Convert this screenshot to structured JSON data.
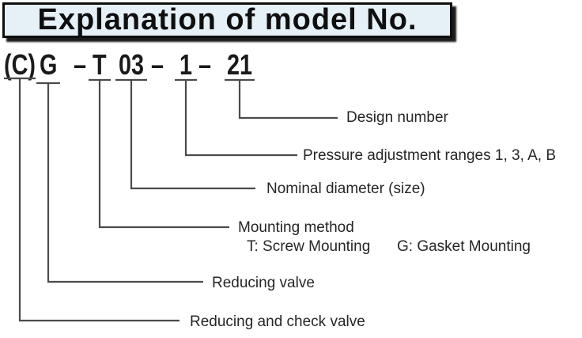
{
  "title": "Explanation of model No.",
  "model": {
    "parts": [
      "(C)",
      "G",
      "–",
      "T",
      "03",
      "–",
      "1",
      "–",
      "21"
    ]
  },
  "callouts": {
    "design_number": "Design number",
    "pressure_ranges": "Pressure adjustment ranges 1, 3, A, B",
    "nominal_diameter": "Nominal diameter (size)",
    "mounting_method": "Mounting method",
    "mounting_option_t": "T: Screw Mounting",
    "mounting_option_g": "G: Gasket Mounting",
    "reducing_valve": "Reducing valve",
    "reducing_check_valve": "Reducing and check valve"
  },
  "colors": {
    "page_bg": "#ffffff",
    "title_box_bg": "#e6f0f7",
    "title_box_border": "#0e0e0e",
    "title_shadow": "#1b1b1b",
    "title_text": "#0f0f10",
    "model_text": "#1a1a1c",
    "connector_line": "#4a4b4d",
    "label_text": "#262628"
  }
}
